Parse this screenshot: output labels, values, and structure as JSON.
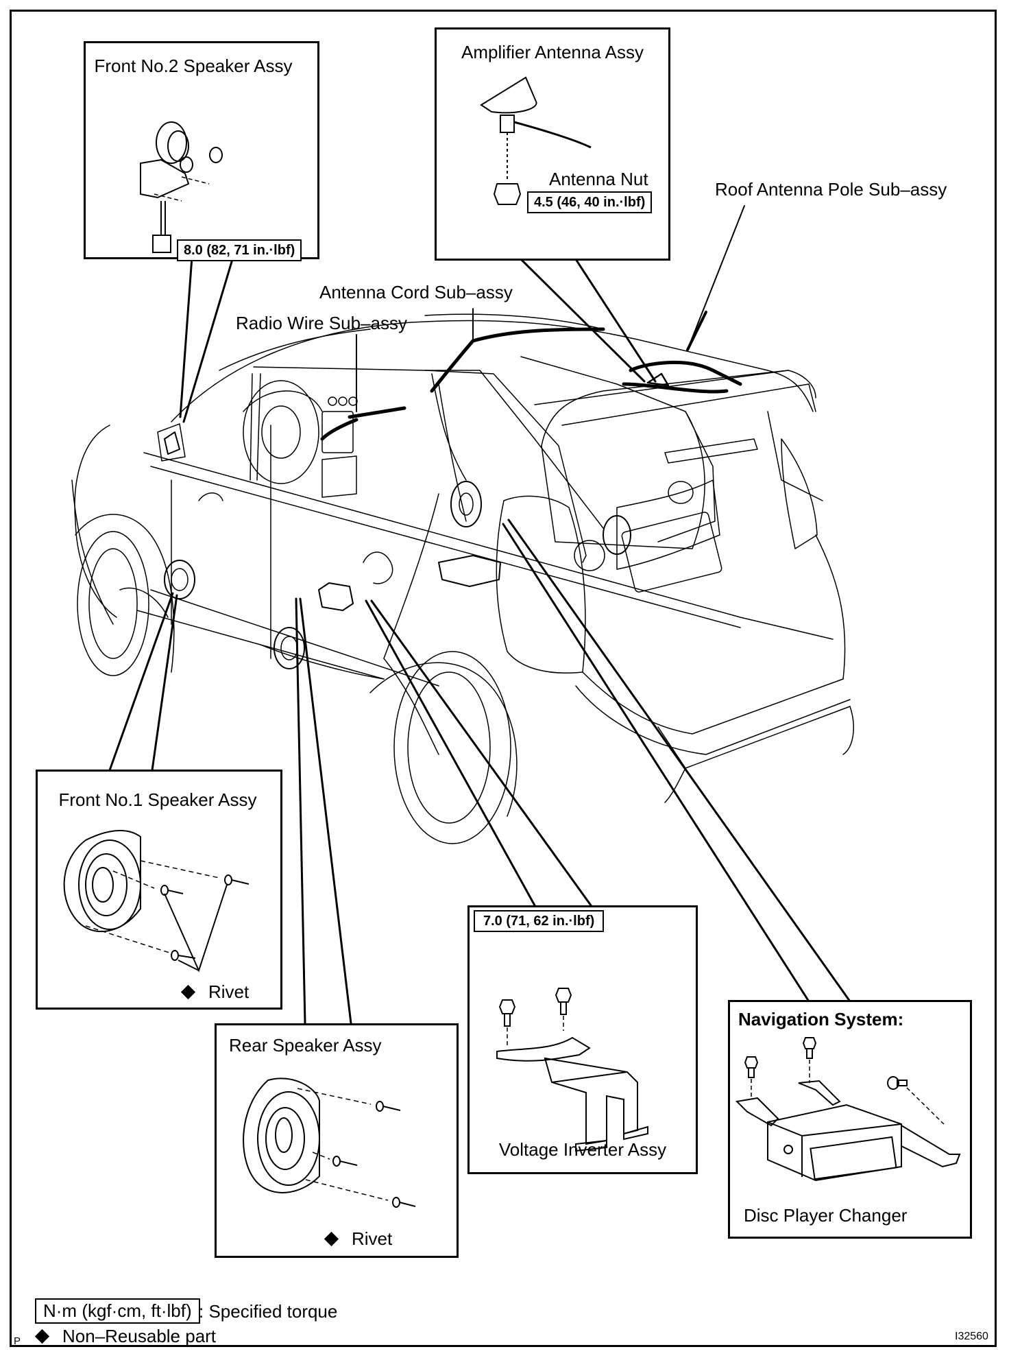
{
  "diagram": {
    "figure_id": "I32560",
    "page_marker": "P",
    "callouts": {
      "front_no2_speaker": {
        "title": "Front No.2 Speaker Assy",
        "torque": "8.0 (82, 71 in.·lbf)"
      },
      "amplifier_antenna": {
        "title": "Amplifier Antenna Assy",
        "part_nut": "Antenna Nut",
        "torque": "4.5 (46, 40 in.·lbf)"
      },
      "roof_antenna_pole": {
        "title": "Roof Antenna Pole Sub–assy"
      },
      "antenna_cord": {
        "title": "Antenna Cord Sub–assy"
      },
      "radio_wire": {
        "title": "Radio Wire Sub–assy"
      },
      "front_no1_speaker": {
        "title": "Front No.1 Speaker Assy",
        "rivet_label": "Rivet"
      },
      "rear_speaker": {
        "title": "Rear Speaker Assy",
        "rivet_label": "Rivet"
      },
      "voltage_inverter": {
        "title": "Voltage Inverter Assy",
        "torque": "7.0 (71, 62 in.·lbf)"
      },
      "navigation_system": {
        "heading": "Navigation System:",
        "part": "Disc Player Changer"
      }
    },
    "legend": {
      "torque_unit": "N·m (kgf·cm, ft·lbf)",
      "torque_desc": ": Specified torque",
      "non_reusable_desc": "Non–Reusable part"
    }
  }
}
